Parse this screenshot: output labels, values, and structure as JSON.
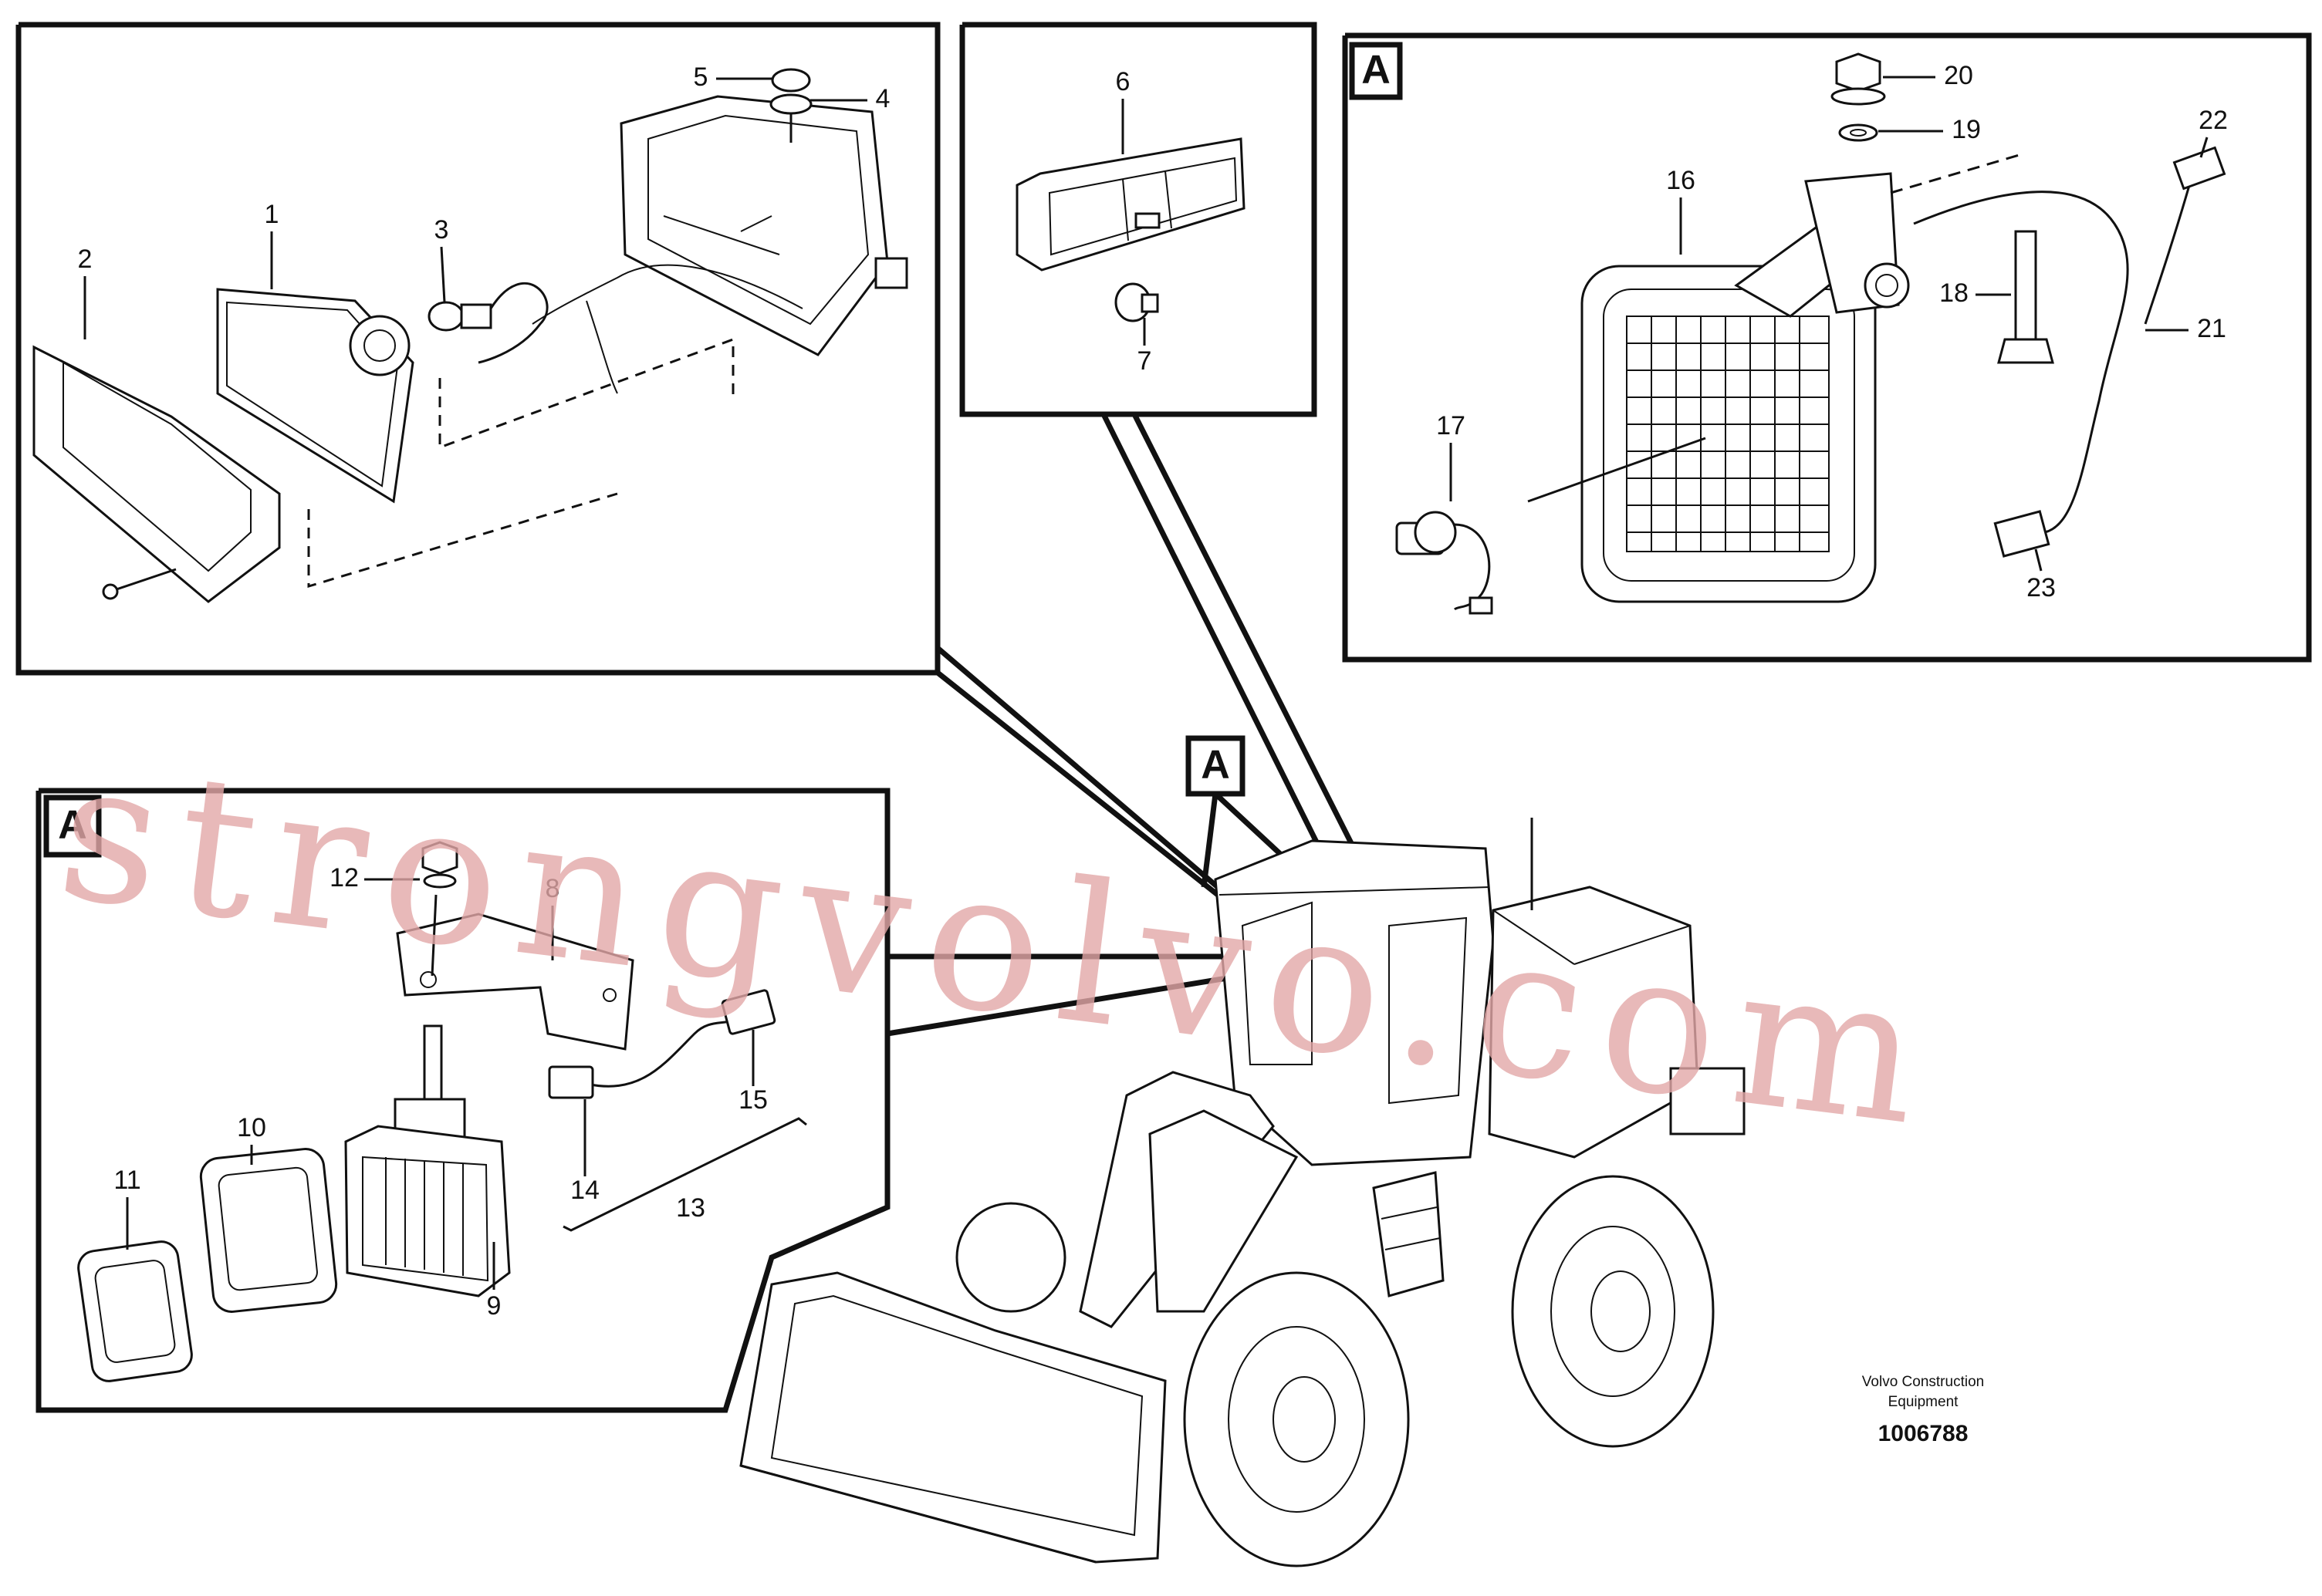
{
  "diagram": {
    "callouts": {
      "c1": "1",
      "c2": "2",
      "c3": "3",
      "c4": "4",
      "c5": "5",
      "c6": "6",
      "c7": "7",
      "c8": "8",
      "c9": "9",
      "c10": "10",
      "c11": "11",
      "c12": "12",
      "c13": "13",
      "c14": "14",
      "c15": "15",
      "c16": "16",
      "c17": "17",
      "c18": "18",
      "c19": "19",
      "c20": "20",
      "c21": "21",
      "c22": "22",
      "c23": "23"
    },
    "view_refs": {
      "top_right": "A",
      "mid_left": "A",
      "machine": "A"
    },
    "caption": {
      "line1": "Volvo Construction",
      "line2": "Equipment",
      "doc_number": "1006788"
    },
    "watermark": "strongvolvo.com"
  }
}
